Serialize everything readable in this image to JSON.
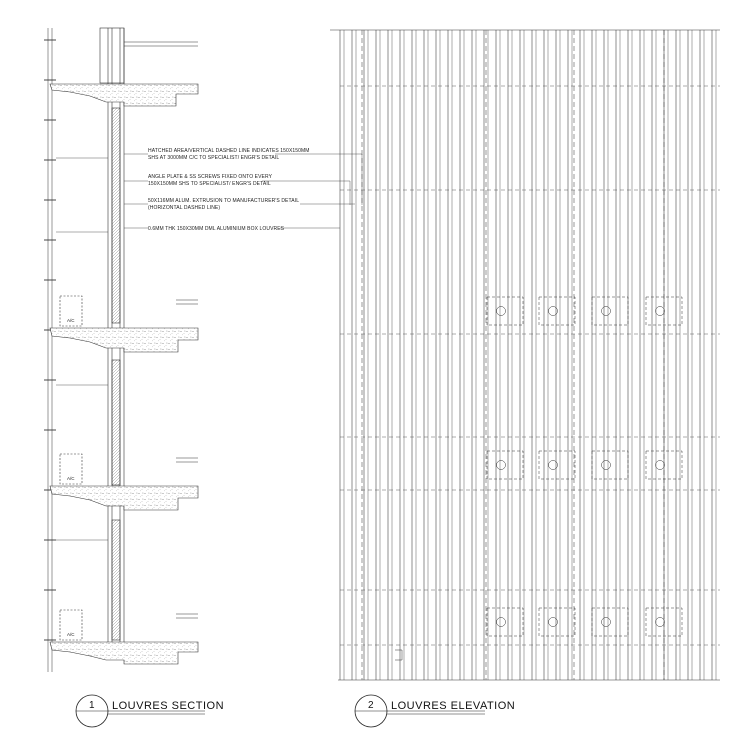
{
  "section": {
    "notes": [
      [
        "HATCHED AREA/VERTICAL DASHED LINE INDICATES 150X150MM",
        "SHS AT 3000MM C/C TO SPECIALIST/ ENGR'S DETAIL"
      ],
      [
        "ANGLE PLATE & SS SCREWS FIXED ONTO EVERY",
        "150X150MM SHS TO SPECIALIST/ ENGR'S DETAIL"
      ],
      [
        "50X116MM ALUM. EXTRUSION TO MANUFACTURER'S DETAIL",
        "(HORIZONTAL DASHED LINE)"
      ],
      [
        "0.6MM THK 150X30MM DML ALUMINIUM BOX LOUVRES"
      ]
    ],
    "ac_label": "A/C",
    "title_number": "1",
    "title": "LOUVRES SECTION"
  },
  "elevation": {
    "title_number": "2",
    "title": "LOUVRES ELEVATION"
  }
}
